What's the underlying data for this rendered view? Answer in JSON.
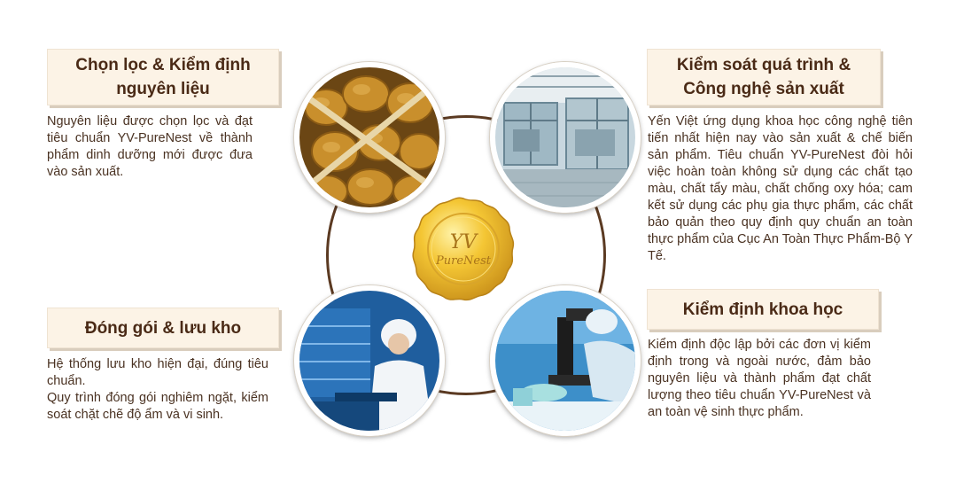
{
  "sections": {
    "top_left": {
      "title_line1": "Chọn lọc & Kiểm định",
      "title_line2": "nguyên liệu",
      "body": "Nguyên liệu được chọn lọc và đạt tiêu chuẩn YV-PureNest về thành phẩm dinh dưỡng mới được đưa vào sản xuất."
    },
    "top_right": {
      "title_line1": "Kiểm soát quá trình &",
      "title_line2": "Công nghệ sản xuất",
      "body": "Yến Việt ứng dụng khoa học công nghệ tiên tiến nhất hiện nay vào sản xuất & chế biến sản phẩm. Tiêu chuẩn YV-PureNest đòi hỏi việc hoàn toàn không sử dụng các chất tạo màu, chất tẩy màu, chất chống oxy hóa; cam kết sử dụng các phụ gia thực phẩm, các chất bảo quản theo quy định quy chuẩn an toàn thực phẩm của Cục An Toàn Thực Phẩm-Bộ Y Tế."
    },
    "bottom_left": {
      "title": "Đóng gói & lưu kho",
      "body_line1": "Hệ thống lưu kho hiện đại, đúng tiêu chuẩn.",
      "body_line2": "Quy trình đóng gói nghiêm ngặt, kiểm soát chặt chẽ độ ẩm và vi sinh."
    },
    "bottom_right": {
      "title": "Kiểm định khoa học",
      "body": "Kiểm định độc lập bởi các đơn vị kiểm định trong và ngoài nước, đảm bảo nguyên liệu và thành phẩm đạt chất lượng theo tiêu chuẩn YV-PureNest và an toàn vệ sinh thực phẩm."
    }
  },
  "seal": {
    "monogram": "YV",
    "text": "PureNest"
  },
  "colors": {
    "title_bg": "#fcf3e6",
    "title_text": "#4a2a16",
    "body_text": "#4a3222",
    "ring": "#5b3a22",
    "seal_gold": "#f2c230"
  },
  "images": [
    "bird-nest-photo",
    "factory-machinery-photo",
    "packaging-worker-photo",
    "laboratory-microscope-photo"
  ]
}
